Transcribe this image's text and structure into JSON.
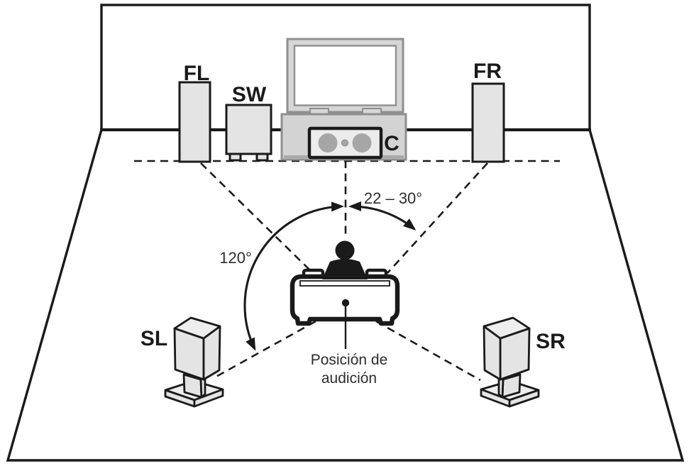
{
  "labels": {
    "fl": "FL",
    "sw": "SW",
    "c": "C",
    "fr": "FR",
    "sl": "SL",
    "sr": "SR"
  },
  "angles": {
    "front_pair": "22 – 30°",
    "surround_left": "120°"
  },
  "listening_position": {
    "line1": "Posición de",
    "line2": "audición"
  },
  "colors": {
    "line": "#1a1a1a",
    "speaker-fill": "#e4e4e4",
    "speaker-top-fill": "#eeeeee",
    "tv-gray": "#8f8f8f",
    "tv-fill": "#d6d6d6",
    "stand-fill": "#d3d3d3",
    "center-speaker-fill": "#ececec",
    "woofer": "#a6a6a6",
    "text": "#2d2d2d",
    "background": "#ffffff"
  }
}
